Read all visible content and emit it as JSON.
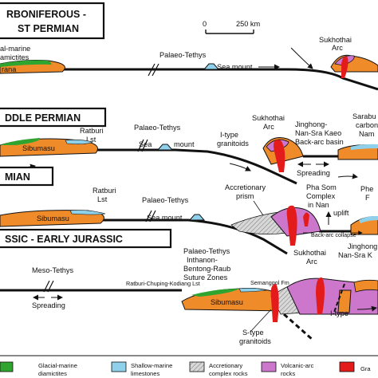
{
  "scale_bar": {
    "zero": "0",
    "distance": "250 km"
  },
  "panels": [
    {
      "title_line1": "RBONIFEROUS -",
      "title_line2": "ST PERMIAN",
      "labels": {
        "glacial": [
          "al-marine",
          "amictites"
        ],
        "terrane_left": "rana",
        "ocean": "Palaeo-Tethys",
        "seamount": "Sea mount",
        "arc": [
          "Sukhothai",
          "Arc"
        ]
      }
    },
    {
      "title": "DDLE PERMIAN",
      "labels": {
        "ratburi": [
          "Ratburi",
          "Lst"
        ],
        "ocean": "Palaeo-Tethys",
        "seamount": [
          "Sea",
          "mount"
        ],
        "itype": [
          "I-type",
          "granitoids"
        ],
        "arc": [
          "Sukhothai",
          "Arc"
        ],
        "basin": [
          "Jinghong-",
          "Nan-Sra Kaeo",
          "Back-arc basin"
        ],
        "right": [
          "Sarabu",
          "carbona",
          "Nam"
        ],
        "terrane": "Sibumasu",
        "spreading": "Spreading"
      }
    },
    {
      "title": "MIAN",
      "labels": {
        "ratburi": [
          "Ratburi",
          "Lst"
        ],
        "ocean": "Palaeo-Tethys",
        "seamount": "Sea mount",
        "prism": [
          "Accretionary",
          "prism"
        ],
        "phasom": [
          "Pha Som",
          "Complex",
          "in Nan"
        ],
        "uplift": "uplift",
        "right": [
          "Phe",
          "F"
        ],
        "collapse": "Back-arc collapse",
        "terrane": "Sibumasu"
      }
    },
    {
      "title": "SSIC - EARLY JURASSIC",
      "labels": {
        "meso": "Meso-Tethys",
        "spreading": "Spreading",
        "suture": [
          "Palaeo-Tethys",
          "Inthanon-",
          "Bentong-Raub",
          "Suture Zones"
        ],
        "ratburi_chuping": "Ratburi-Chuping-Kodiang Lst",
        "semanggol": "Semanggol Fm",
        "arc": [
          "Sukhothai",
          "Arc"
        ],
        "jinghong": [
          "Jinghong",
          "Nan-Sra K"
        ],
        "itype": "I-type",
        "stype": [
          "S-type",
          "granitoids"
        ],
        "terrane": "Sibumasu"
      }
    }
  ],
  "legend": [
    {
      "key": "glacial",
      "color": "#2fa52f",
      "text": [
        "Glacial-marine",
        "diamictites"
      ]
    },
    {
      "key": "shallow",
      "color": "#8fd0ea",
      "text": [
        "Shallow-marine",
        "limestones"
      ]
    },
    {
      "key": "accretionary",
      "color": "#bdbdbd",
      "text": [
        "Accretionary",
        "complex rocks"
      ]
    },
    {
      "key": "volcanic",
      "color": "#cc77cc",
      "text": [
        "Volcanic-arc",
        "rocks"
      ]
    },
    {
      "key": "granite",
      "color": "#e41b1b",
      "text": [
        "Gra"
      ]
    }
  ],
  "colors": {
    "crust": "#f08b2a",
    "glacial": "#2fa52f",
    "limestone": "#8fd0ea",
    "volcanic": "#cc77cc",
    "granite": "#e41b1b",
    "accretionary": "#bdbdbd"
  }
}
